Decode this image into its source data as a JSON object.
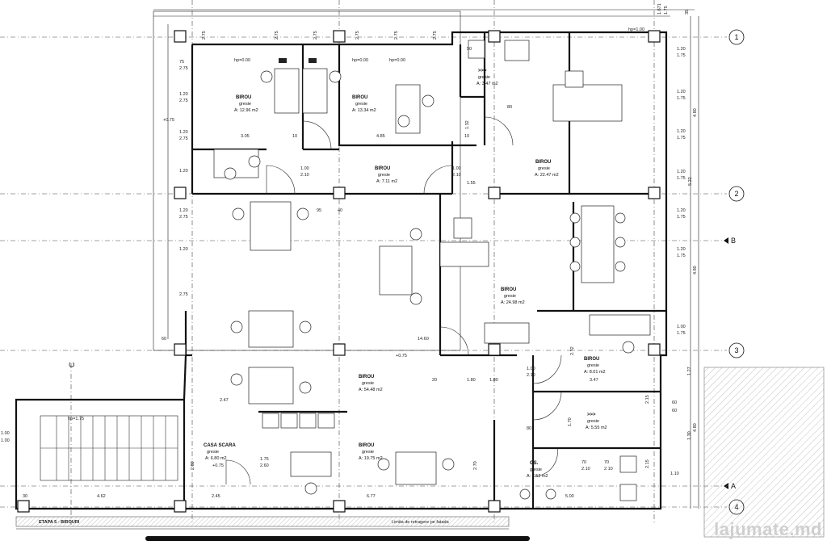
{
  "rooms": [
    {
      "name": "BIROU",
      "finish": "gresie",
      "area": "A: 12.96 m2"
    },
    {
      "name": "BIROU",
      "finish": "gresie",
      "area": "A: 13.34 m2"
    },
    {
      "name": "BIROU",
      "finish": "gresie",
      "area": "A: 7.11 m2"
    },
    {
      "name": "BIROU",
      "finish": "gresie",
      "area": "A: 22.47 m2"
    },
    {
      "name": ">>>",
      "finish": "gresie",
      "area": "A: 3.47 m2"
    },
    {
      "name": "BIROU",
      "finish": "gresie",
      "area": "A: 24.98 m2"
    },
    {
      "name": "BIROU",
      "finish": "gresie",
      "area": "A: 54.48 m2"
    },
    {
      "name": "BIROU",
      "finish": "gresie",
      "area": "A: 8.01 m2"
    },
    {
      "name": ">>>",
      "finish": "gresie",
      "area": "A: 5.55 m2"
    },
    {
      "name": "CASA SCARA",
      "finish": "gresie",
      "area": "A: 6.80 m2"
    },
    {
      "name": "BIROU",
      "finish": "gresie",
      "area": "A: 19.75 m2"
    },
    {
      "name": "GS.",
      "finish": "gresie",
      "area": "A: 7.52 m2"
    }
  ],
  "axes_numbers": [
    "1",
    "2",
    "3",
    "4"
  ],
  "axes_letters": [
    "B",
    "A",
    "C"
  ],
  "levels": [
    "+0.75",
    "+0.75",
    "+0.75"
  ],
  "dims_top": [
    "2.75",
    "2.75",
    "2.75",
    "2.75",
    "2.75",
    "2.75",
    "1.671",
    "1.75",
    "35"
  ],
  "dims_right": [
    "1.20",
    "1.75",
    "1.20",
    "1.75",
    "1.20",
    "1.75",
    "1.20",
    "1.75",
    "1.20",
    "1.75",
    "1.20",
    "1.75",
    "1.00",
    "1.75",
    "4.80",
    "5.22",
    "4.80",
    "1.27",
    "4.80",
    "1.30",
    "2.15",
    "2.15",
    "1.10",
    "60",
    "60"
  ],
  "dims_left": [
    "2.75",
    "1.20",
    "2.75",
    "1.20",
    "2.75",
    "1.20",
    "1.20",
    "2.75",
    "1.20",
    "2.75",
    "75"
  ],
  "dims_inner": [
    "hp=0.00",
    "hp=0.00",
    "hp=0.00",
    "hp=1.00",
    "hp=1.75",
    "3.05",
    "4.85",
    "10",
    "10",
    "50",
    "1.00",
    "2.10",
    "1.00",
    "2.10",
    "1.80",
    "1.80",
    "1.00",
    "2.10",
    "14.60",
    "1.75",
    "2.60",
    "2.45",
    "6.77",
    "4.62",
    "5.00",
    "2.47",
    "3.47",
    "2.10",
    "80",
    "70",
    "70",
    "2.10",
    "80",
    "1.70",
    "1.00",
    "1.00",
    "2.80",
    "2.70",
    "1.32",
    "60",
    "30",
    "20",
    "95",
    "40",
    "1.55",
    "2.32"
  ],
  "stair_label": "ETAPA 5 - BIROURI",
  "note_text": "Limita de retragere pe fatada",
  "watermark": "lajumate.md",
  "colors": {
    "ink": "#111111",
    "paper": "#ffffff",
    "hatch": "#777777"
  }
}
